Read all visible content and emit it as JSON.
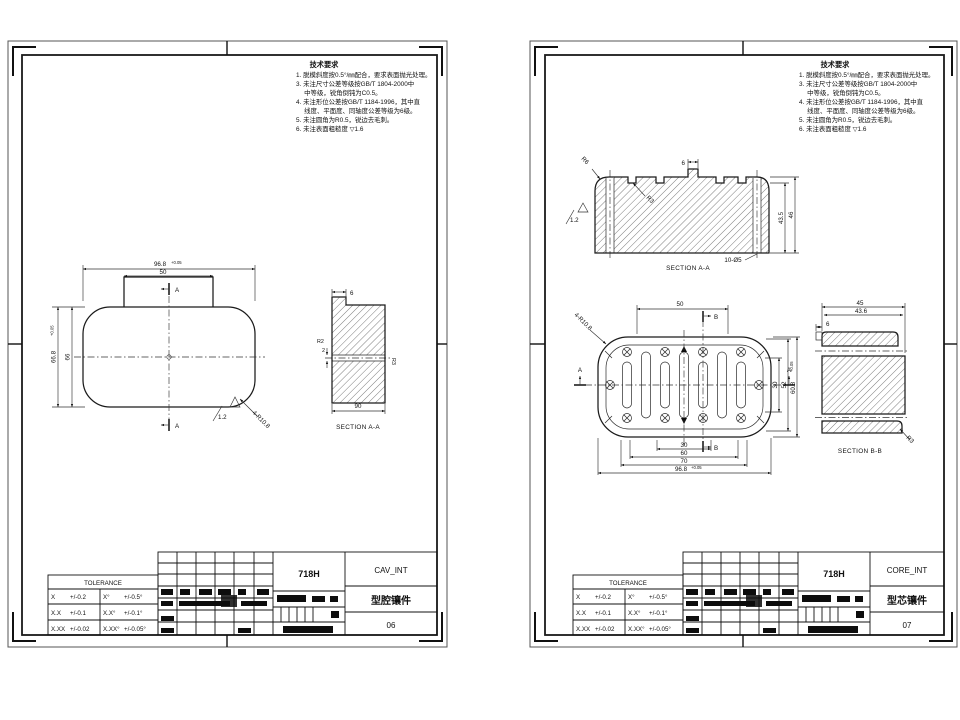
{
  "notes": {
    "title": "技术要求",
    "lines": [
      "1. 脱模斜度按0.5°/㎜配合，要求表面抛光处理。",
      "3. 未注尺寸公差等级按GB/T 1804-2000中",
      "　 中等级，锐角倒钝为C0.5。",
      "4. 未注形位公差按GB/T 1184-1996，其中直",
      "　 线度、平面度、同轴度公差等级为6级。",
      "5. 未注圆角为R0.5，锐边去毛刺。",
      "6. 未注表面粗糙度 ▽1.6"
    ]
  },
  "tolerance": {
    "header": "TOLERANCE",
    "rows": [
      {
        "lin": "X",
        "lin_v": "+/-0.2",
        "ang": "X°",
        "ang_v": "+/-0.5°"
      },
      {
        "lin": "X.X",
        "lin_v": "+/-0.1",
        "ang": "X.X°",
        "ang_v": "+/-0.1°"
      },
      {
        "lin": "X.XX",
        "lin_v": "+/-0.02",
        "ang": "X.XX°",
        "ang_v": "+/-0.05°"
      }
    ]
  },
  "left": {
    "plan": {
      "dim_width": "96.8",
      "dim_width_tol": "+0.05",
      "dim_boss": "50",
      "dim_height": "66.8",
      "dim_height_tol": "+0.05",
      "dim_height_inner": "66",
      "radius_callout": "4-R10.8",
      "finish": "1.2",
      "marker": "A"
    },
    "section": {
      "label": "SECTION A-A",
      "dim_step": "6",
      "dim_width": "90",
      "dim_slot": "2",
      "radius_left": "R2",
      "radius_right": "R3"
    },
    "tb": {
      "material": "718H",
      "code": "CAV_INT",
      "name": "型腔镶件",
      "no": "06"
    }
  },
  "right": {
    "section_a": {
      "label": "SECTION A-A",
      "dim_tab": "6",
      "radius_corner": "R6",
      "radius_notch": "R3",
      "finish": "1.2",
      "dim_inner": "43.5",
      "dim_total": "46",
      "holes": "10-Ø5"
    },
    "plan": {
      "dim_top": "50",
      "dims_bottom": [
        "30",
        "60",
        "70",
        "96.8"
      ],
      "dim_bottom_tol": "+0.05",
      "dims_right": [
        "30",
        "52",
        "60.8"
      ],
      "dim_right_tol": "+0.05",
      "radius_callout": "4-R10.8",
      "marker_a": "A",
      "marker_b": "B"
    },
    "section_b": {
      "label": "SECTION B-B",
      "dim_total": "45",
      "dim_inner": "43.6",
      "dim_step": "6",
      "radius": "R3"
    },
    "tb": {
      "material": "718H",
      "code": "CORE_INT",
      "name": "型芯镶件",
      "no": "07"
    }
  }
}
